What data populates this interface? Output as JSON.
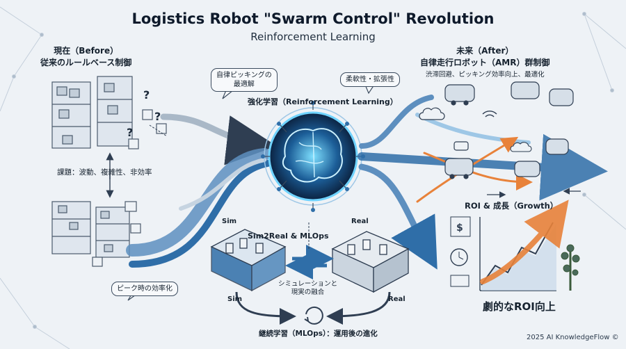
{
  "header": {
    "title": "Logistics Robot \"Swarm Control\" Revolution",
    "subtitle": "Reinforcement Learning"
  },
  "before": {
    "line1": "現在（Before）",
    "line2": "従来のルールベース制御",
    "challenge": "課題：波動、複雑性、非効率",
    "peak_bubble": "ピーク時の効率化"
  },
  "center": {
    "picking_bubble_line1": "自律ピッキングの",
    "picking_bubble_line2": "最適解",
    "flex_bubble": "柔軟性・拡張性",
    "rl_label": "強化学習（Reinforcement Learning）"
  },
  "sim2real": {
    "title": "Sim2Real & MLOps",
    "sim_top": "Sim",
    "real_top": "Real",
    "sim_bottom": "Sim",
    "real_bottom": "Real",
    "fusion_line1": "シミュレーションと",
    "fusion_line2": "現実の融合",
    "mlops": "継続学習（MLOps）：運用後の進化"
  },
  "after": {
    "line1": "未来（After）",
    "line2": "自律走行ロボット（AMR）群制御",
    "line3": "渋滞回避、ピッキング効率向上、最適化"
  },
  "roi": {
    "title": "ROI & 成長（Growth）",
    "headline": "劇的なROI向上"
  },
  "footer": {
    "copyright": "2025 AI KnowledgeFlow ©"
  },
  "colors": {
    "accent_blue": "#2f6ea8",
    "glow_cyan": "#6fd3ff",
    "orange": "#e8823a",
    "dark_navy": "#0e1a2b"
  }
}
